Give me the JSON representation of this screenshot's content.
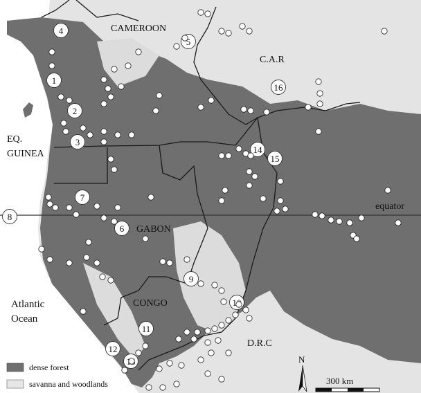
{
  "labels": {
    "cameroon": "CAMEROON",
    "car": "C.A.R",
    "eq_guinea_1": "EQ.",
    "eq_guinea_2": "GUINEA",
    "gabon": "GABON",
    "congo": "CONGO",
    "drc": "D.R.C",
    "atlantic_1": "Atlantic",
    "atlantic_2": "Ocean",
    "equator": "equator"
  },
  "legend": {
    "dense_forest": "dense forest",
    "savanna": "savanna and woodlands",
    "colors": {
      "dense_forest": "#6f6f6f",
      "savanna": "#e6e6e6"
    }
  },
  "scale_bar": {
    "label": "300 km"
  },
  "north_arrow": {
    "label": "N"
  },
  "site_numbers": [
    "1",
    "2",
    "3",
    "4",
    "5",
    "6",
    "7",
    "8",
    "9",
    "10",
    "11",
    "12",
    "13",
    "14",
    "15",
    "16"
  ],
  "colors": {
    "forest": "#6f6f6f",
    "savanna": "#e4e4e4",
    "ocean": "#ffffff",
    "border": "#1a1a1a",
    "point": "#ffffff"
  }
}
